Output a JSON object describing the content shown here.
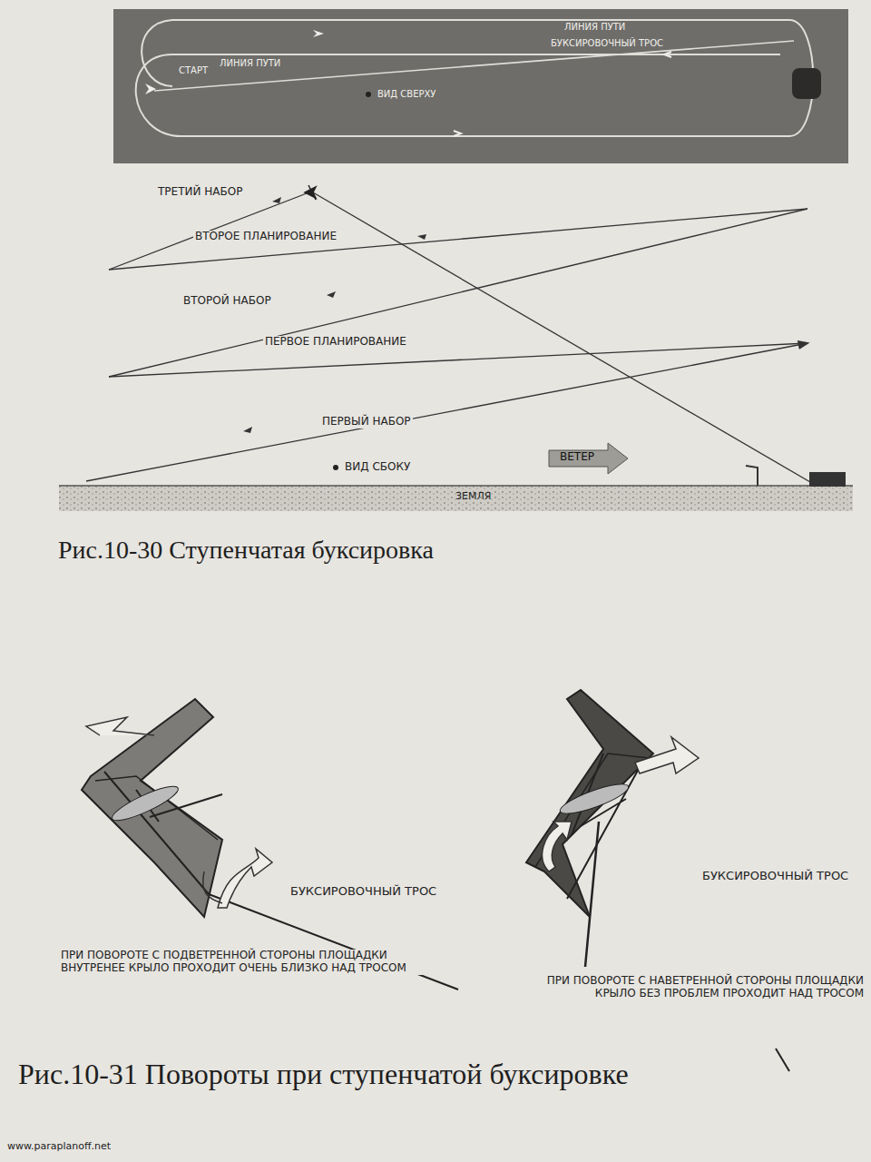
{
  "diagram": {
    "labels": [
      "СТАРТ",
      "ЛИНИЯ ПУТИ",
      "ЛИНИЯ ПУТИ",
      "БУКСИРОВОЧНЫЙ ТРОС",
      "ВИД СВЕРХУ",
      "ТРЕТИЙ НАБОР",
      "ВТОРОЕ ПЛАНИРОВАНИЕ",
      "ВТОРОЙ НАБОР",
      "ПЕРВОЕ ПЛАНИРОВАНИЕ",
      "ПЕРВЫЙ НАБОР",
      "ВЕТЕР",
      "ВИД СБОКУ",
      "ЗЕМЛЯ",
      "Рис.10-30 Ступенчатая буксировка",
      "БУКСИРОВОЧНЫЙ ТРОС",
      "ПРИ ПОВОРОТЕ С ПОДВЕТРЕННОЙ СТОРОНЫ ПЛОЩАДКИ ВНУТРЕНЕЕ КРЫЛО ПРОХОДИТ ОЧЕНЬ БЛИЗКО НАД ТРОСОМ",
      "БУКСИРОВОЧНЫЙ ТРОС",
      "ПРИ ПОВОРОТЕ С НАВЕТРЕННОЙ СТОРОНЫ ПЛОЩАДКИ КРЫЛО БЕЗ ПРОБЛЕМ ПРОХОДИТ НАД ТРОСОМ",
      "Рис.10-31 Повороты при ступенчатой буксировке",
      "www.paraplanoff.net"
    ]
  }
}
